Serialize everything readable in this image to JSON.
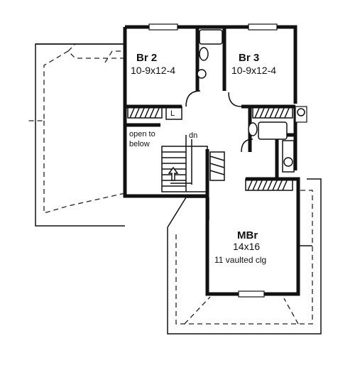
{
  "rooms": {
    "br2": {
      "name": "Br 2",
      "size": "10-9x12-4"
    },
    "br3": {
      "name": "Br 3",
      "size": "10-9x12-4"
    },
    "mbr": {
      "name": "MBr",
      "size": "14x16",
      "note": "11  vaulted clg"
    }
  },
  "labels": {
    "open_line1": "open to",
    "open_line2": "below",
    "stair_dn": "dn",
    "linen": "L"
  }
}
